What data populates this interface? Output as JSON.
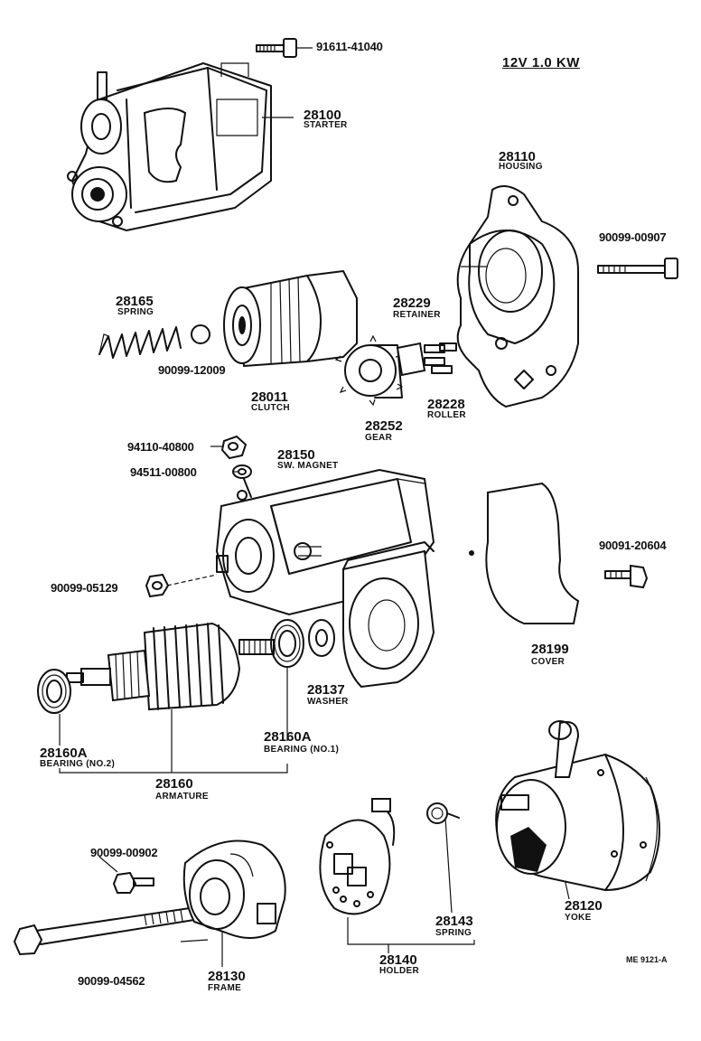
{
  "spec": "12V 1.0 KW",
  "ref_code": "ME 9121-A",
  "parts": {
    "bolt_91611": {
      "number": "91611-41040"
    },
    "starter": {
      "number": "28100",
      "name": "STARTER"
    },
    "housing": {
      "number": "28110",
      "name": "HOUSING"
    },
    "bolt_90099_00907": {
      "number": "90099-00907"
    },
    "spring_28165": {
      "number": "28165",
      "name": "SPRING"
    },
    "ball_90099_12009": {
      "number": "90099-12009"
    },
    "clutch": {
      "number": "28011",
      "name": "CLUTCH"
    },
    "retainer": {
      "number": "28229",
      "name": "RETAINER"
    },
    "roller": {
      "number": "28228",
      "name": "ROLLER"
    },
    "gear": {
      "number": "28252",
      "name": "GEAR"
    },
    "nut_94110": {
      "number": "94110-40800"
    },
    "washer_94511": {
      "number": "94511-00800"
    },
    "sw_magnet": {
      "number": "28150",
      "name": "SW. MAGNET"
    },
    "bolt_90091": {
      "number": "90091-20604"
    },
    "nut_90099_05129": {
      "number": "90099-05129"
    },
    "cover": {
      "number": "28199",
      "name": "COVER"
    },
    "washer_28137": {
      "number": "28137",
      "name": "WASHER"
    },
    "bearing_no2": {
      "number": "28160A",
      "name": "BEARING (NO.2)"
    },
    "bearing_no1": {
      "number": "28160A",
      "name": "BEARING (NO.1)"
    },
    "armature": {
      "number": "28160",
      "name": "ARMATURE"
    },
    "screw_90099_00902": {
      "number": "90099-00902"
    },
    "bolt_90099_04562": {
      "number": "90099-04562"
    },
    "frame": {
      "number": "28130",
      "name": "FRAME"
    },
    "holder": {
      "number": "28140",
      "name": "HOLDER"
    },
    "spring_28143": {
      "number": "28143",
      "name": "SPRING"
    },
    "yoke": {
      "number": "28120",
      "name": "YOKE"
    }
  }
}
